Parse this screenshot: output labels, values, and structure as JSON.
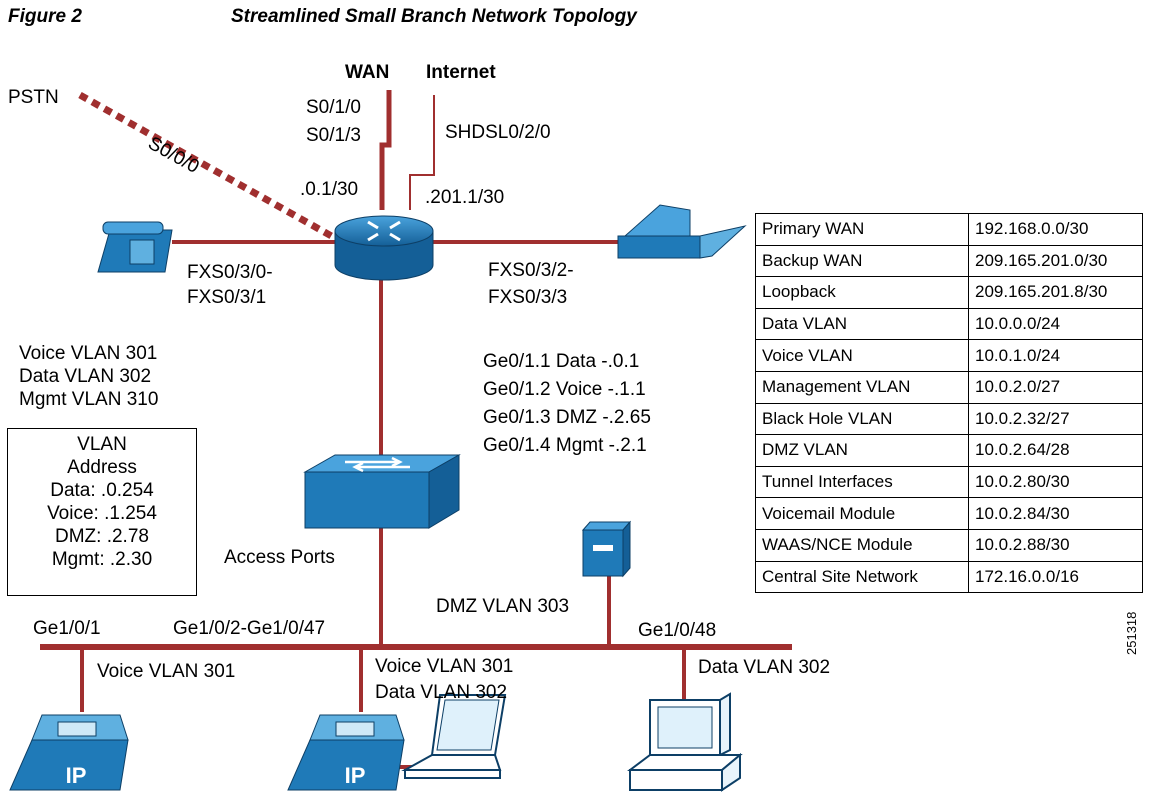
{
  "figure": {
    "number": "Figure 2",
    "title": "Streamlined Small Branch Network Topology",
    "code": "251318"
  },
  "links": {
    "pstn": "PSTN",
    "pstn_interface": "S0/0/0",
    "wan": "WAN",
    "internet": "Internet",
    "wan_interfaces": [
      "S0/1/0",
      "S0/1/3"
    ],
    "internet_interface": "SHDSL0/2/0",
    "wan_address": ".0.1/30",
    "internet_address": ".201.1/30",
    "fxs_left": [
      "FXS0/3/0-",
      "FXS0/3/1"
    ],
    "fxs_right": [
      "FXS0/3/2-",
      "FXS0/3/3"
    ]
  },
  "vlan_list": [
    "Voice VLAN 301",
    "Data VLAN 302",
    "Mgmt VLAN 310"
  ],
  "subinterfaces": [
    "Ge0/1.1 Data -.0.1",
    "Ge0/1.2 Voice -.1.1",
    "Ge0/1.3 DMZ -.2.65",
    "Ge0/1.4 Mgmt -.2.1"
  ],
  "vlan_address_box": {
    "title": [
      "VLAN",
      "Address"
    ],
    "entries": [
      "Data: .0.254",
      "Voice: .1.254",
      "DMZ: .2.78",
      "Mgmt: .2.30"
    ]
  },
  "switch": {
    "access_ports": "Access Ports",
    "dmz_vlan": "DMZ VLAN 303",
    "port_left": "Ge1/0/1",
    "port_middle": "Ge1/0/2-Ge1/0/47",
    "port_right": "Ge1/0/48"
  },
  "endpoints": {
    "left_vlan": "Voice VLAN 301",
    "middle_vlans": [
      "Voice VLAN 301",
      "Data VLAN 302"
    ],
    "right_vlan": "Data VLAN 302",
    "ip_badge": "IP"
  },
  "address_table": [
    [
      "Primary WAN",
      "192.168.0.0/30"
    ],
    [
      "Backup WAN",
      "209.165.201.0/30"
    ],
    [
      "Loopback",
      "209.165.201.8/30"
    ],
    [
      "Data VLAN",
      "10.0.0.0/24"
    ],
    [
      "Voice VLAN",
      "10.0.1.0/24"
    ],
    [
      "Management VLAN",
      "10.0.2.0/27"
    ],
    [
      "Black Hole VLAN",
      "10.0.2.32/27"
    ],
    [
      "DMZ VLAN",
      "10.0.2.64/28"
    ],
    [
      "Tunnel Interfaces",
      "10.0.2.80/30"
    ],
    [
      "Voicemail Module",
      "10.0.2.84/30"
    ],
    [
      "WAAS/NCE Module",
      "10.0.2.88/30"
    ],
    [
      "Central Site Network",
      "172.16.0.0/16"
    ]
  ],
  "colors": {
    "link": "#a02f2f",
    "device_blue": "#1f7ab8",
    "device_dark": "#0d4f80",
    "device_light": "#5fb0e0"
  }
}
